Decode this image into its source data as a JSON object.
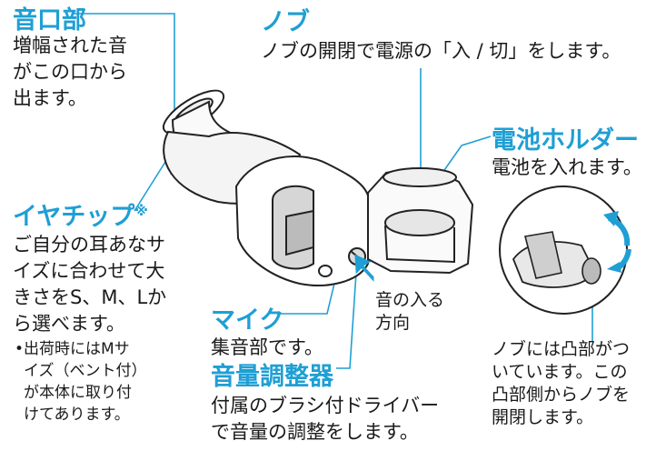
{
  "labels": {
    "sound_outlet": {
      "title": "音口部",
      "lines": [
        "増幅された音",
        "がこの口から",
        "出ます。"
      ]
    },
    "knob": {
      "title": "ノブ",
      "desc": "ノブの開閉で電源の「入 / 切」をします。"
    },
    "battery_holder": {
      "title": "電池ホルダー",
      "desc": "電池を入れます。"
    },
    "ear_tip": {
      "title": "イヤチップ",
      "mark": "※",
      "lines": [
        "ご自分の耳あなサ",
        "イズに合わせて大",
        "きさをS、M、Lか",
        "ら選べます。"
      ],
      "note_bullet": "•",
      "note_lines": [
        "出荷時にはMサ",
        "イズ（ベント付）",
        "が本体に取り付",
        "けてあります。"
      ]
    },
    "mic": {
      "title": "マイク",
      "desc": "集音部です。"
    },
    "sound_direction": [
      "音の入る",
      "方向"
    ],
    "volume": {
      "title": "音量調整器",
      "lines": [
        "付属のブラシ付ドライバー",
        "で音量の調整をします。"
      ]
    },
    "knob_detail": [
      "ノブには凸部がつ",
      "いています。この",
      "凸部側からノブを",
      "開閉します。"
    ]
  },
  "colors": {
    "accent": "#1f9fd4",
    "arrow": "#1f9fd4",
    "text": "#1a1a1a"
  }
}
